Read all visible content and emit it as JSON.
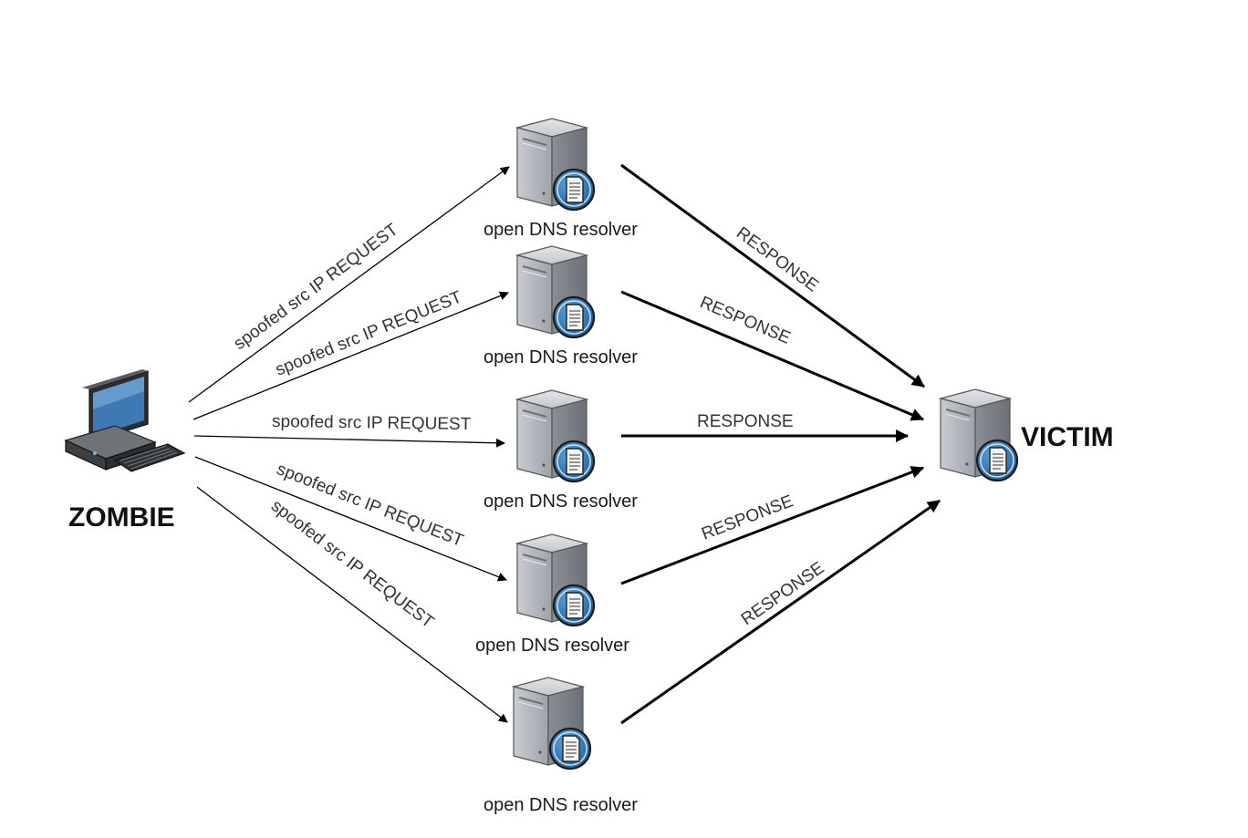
{
  "diagram": {
    "attacker": {
      "label": "ZOMBIE",
      "icon": "desktop-computer-icon"
    },
    "victim": {
      "label": "VICTIM",
      "icon": "server-icon"
    },
    "resolvers": [
      {
        "label": "open DNS resolver",
        "icon": "server-icon"
      },
      {
        "label": "open DNS resolver",
        "icon": "server-icon"
      },
      {
        "label": "open DNS resolver",
        "icon": "server-icon"
      },
      {
        "label": "open DNS resolver",
        "icon": "server-icon"
      },
      {
        "label": "open DNS resolver",
        "icon": "server-icon"
      }
    ],
    "requests": [
      {
        "label": "spoofed src IP REQUEST"
      },
      {
        "label": "spoofed src IP REQUEST"
      },
      {
        "label": "spoofed src IP REQUEST"
      },
      {
        "label": "spoofed src IP REQUEST"
      },
      {
        "label": "spoofed src IP REQUEST"
      }
    ],
    "responses": [
      {
        "label": "RESPONSE"
      },
      {
        "label": "RESPONSE"
      },
      {
        "label": "RESPONSE"
      },
      {
        "label": "RESPONSE"
      },
      {
        "label": "RESPONSE"
      }
    ]
  },
  "colors": {
    "server_body": "#8e939a",
    "server_face": "#b9bdc3",
    "badge_blue": "#2f7fc1",
    "arrow": "#000000"
  }
}
